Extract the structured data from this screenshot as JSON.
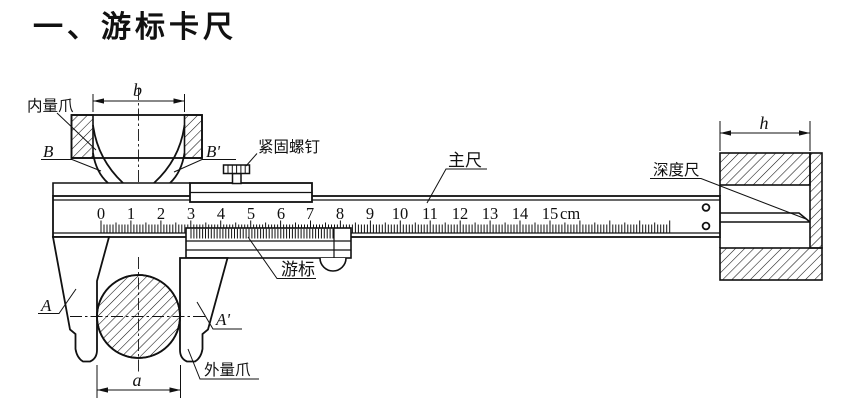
{
  "title": "一、游标卡尺",
  "diagram": {
    "part_labels": {
      "inner_jaw": "内量爪",
      "locking_screw": "紧固螺钉",
      "main_scale": "主尺",
      "depth_gauge": "深度尺",
      "vernier": "游标",
      "outer_jaw": "外量爪"
    },
    "point_labels": {
      "B": "B",
      "B_prime": "B'",
      "A": "A",
      "A_prime": "A'"
    },
    "dim_labels": {
      "b": "b",
      "h": "h",
      "a": "a"
    },
    "ruler": {
      "unit": "cm",
      "numbers": [
        "0",
        "1",
        "2",
        "3",
        "4",
        "5",
        "6",
        "7",
        "8",
        "9",
        "10",
        "11",
        "12",
        "13",
        "14",
        "15"
      ],
      "cm_total": 19,
      "minor_per_cm": 10
    },
    "vernier_scale": {
      "tick_count": 50
    },
    "colors": {
      "ink": "#111111",
      "background": "#ffffff"
    }
  }
}
